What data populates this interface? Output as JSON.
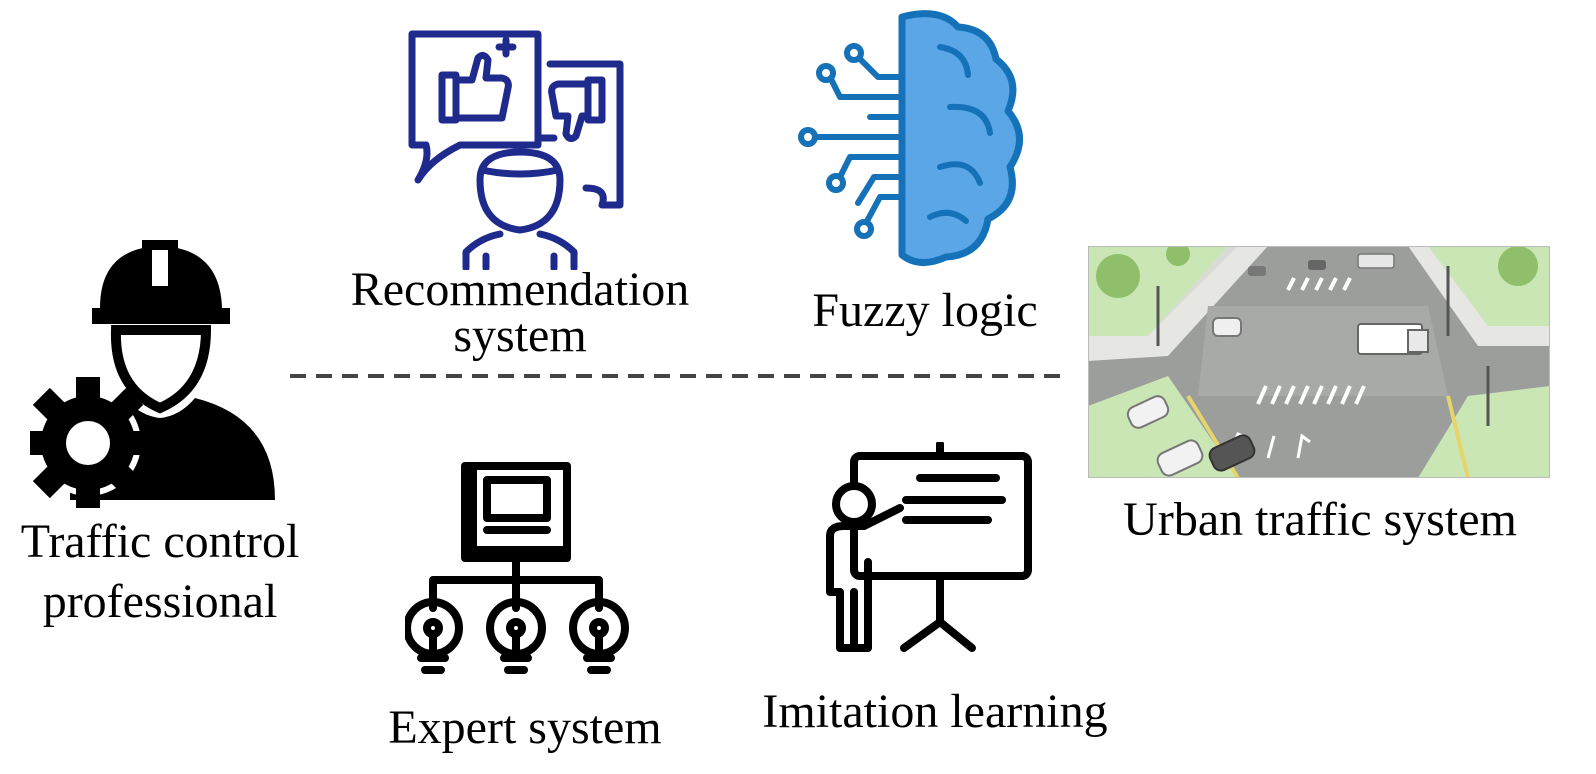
{
  "nodes": {
    "professional": {
      "line1": "Traffic control",
      "line2": "professional",
      "icon": "engineer-gear-icon"
    },
    "recommendation": {
      "line1": "Recommendation",
      "line2": "system",
      "icon": "recommendation-feedback-icon"
    },
    "fuzzy": {
      "label": "Fuzzy logic",
      "icon": "brain-circuit-icon"
    },
    "expert": {
      "label": "Expert system",
      "icon": "computer-lightbulb-tree-icon"
    },
    "imitation": {
      "label": "Imitation learning",
      "icon": "presenter-board-icon"
    },
    "urban": {
      "label": "Urban traffic system",
      "icon": "intersection-scene"
    }
  },
  "colors": {
    "recommendation_icon": "#1e2a8c",
    "fuzzy_icon_fill": "#5aa6e6",
    "fuzzy_icon_stroke": "#1672b8",
    "divider": "#444444",
    "black": "#000000"
  }
}
